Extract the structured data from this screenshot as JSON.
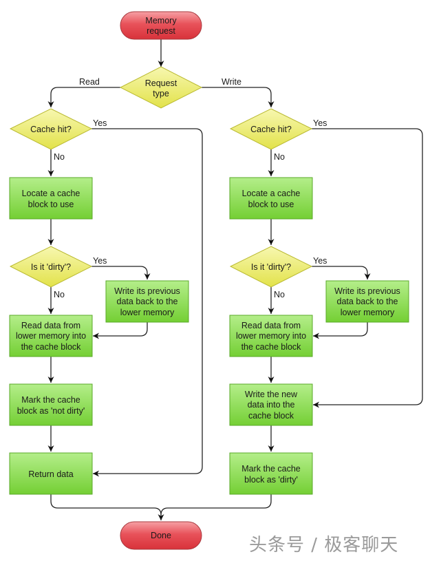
{
  "nodes": {
    "start": {
      "lines": [
        "Memory",
        "request"
      ]
    },
    "request_type": {
      "lines": [
        "Request",
        "type"
      ]
    },
    "read_cache_hit": {
      "lines": [
        "Cache hit?"
      ]
    },
    "read_locate": {
      "lines": [
        "Locate a cache",
        "block to use"
      ]
    },
    "read_dirty": {
      "lines": [
        "Is it 'dirty'?"
      ]
    },
    "read_write_back": {
      "lines": [
        "Write its previous",
        "data back to the",
        "lower memory"
      ]
    },
    "read_read_data": {
      "lines": [
        "Read data from",
        "lower memory into",
        "the cache block"
      ]
    },
    "read_mark": {
      "lines": [
        "Mark the cache",
        "block as 'not dirty'"
      ]
    },
    "read_return": {
      "lines": [
        "Return data"
      ]
    },
    "write_cache_hit": {
      "lines": [
        "Cache hit?"
      ]
    },
    "write_locate": {
      "lines": [
        "Locate a cache",
        "block to use"
      ]
    },
    "write_dirty": {
      "lines": [
        "Is it 'dirty'?"
      ]
    },
    "write_write_back": {
      "lines": [
        "Write its previous",
        "data back to the",
        "lower memory"
      ]
    },
    "write_read_data": {
      "lines": [
        "Read data from",
        "lower memory into",
        "the cache block"
      ]
    },
    "write_new_data": {
      "lines": [
        "Write the new",
        "data into the",
        "cache block"
      ]
    },
    "write_mark": {
      "lines": [
        "Mark the cache",
        "block as 'dirty'"
      ]
    },
    "done": {
      "lines": [
        "Done"
      ]
    }
  },
  "edge_labels": {
    "read": "Read",
    "write": "Write",
    "read_hit_yes": "Yes",
    "read_hit_no": "No",
    "read_dirty_yes": "Yes",
    "read_dirty_no": "No",
    "write_hit_yes": "Yes",
    "write_hit_no": "No",
    "write_dirty_yes": "Yes",
    "write_dirty_no": "No"
  },
  "watermark": "头条号 / 极客聊天",
  "colors": {
    "terminal_fill": "#e8525a",
    "decision_fill": "#eded6a",
    "process_fill": "#8ede4e",
    "stroke": "#222222"
  }
}
